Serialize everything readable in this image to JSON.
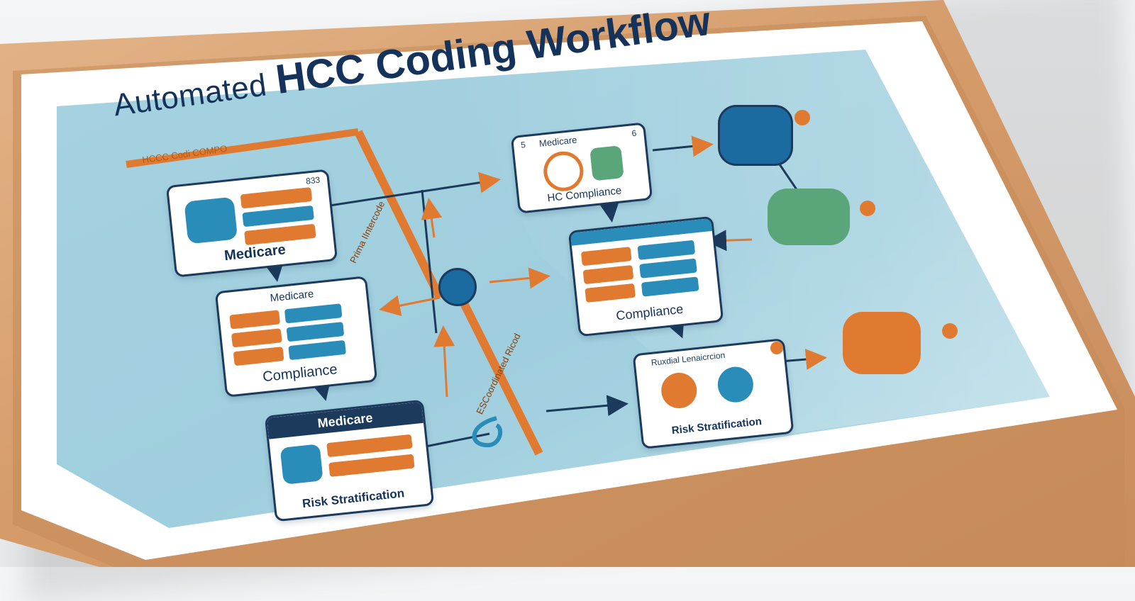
{
  "diagram": {
    "title": {
      "part1": "Automated",
      "part2": "HCC Coding Workflow"
    },
    "banner_label": "HCCC Codi COMPO",
    "vertical_label_1": "Prima IIntercode",
    "vertical_label_2": "ESCoordinated Ricod",
    "cards": {
      "left_top_label": "Medicare",
      "left_top_corner": "833",
      "left_mid_header": "Medicare",
      "left_mid_label": "Compliance",
      "left_bottom_header": "Medicare",
      "left_bottom_label": "Risk Stratification",
      "right_top_header": "Medicare",
      "right_top_corner_left": "5",
      "right_top_corner_right": "6",
      "right_top_label": "HC Compliance",
      "right_mid_label": "Compliance",
      "right_bottom_header": "Ruxdial Lenaicrcion",
      "right_bottom_label": "Risk Stratification"
    },
    "colors": {
      "navy": "#1b3a5c",
      "orange": "#e07a30",
      "teal": "#2a8cb8",
      "light_blue": "#a9d3e0",
      "green": "#5aa57a",
      "frame_wood": "#d9a77a",
      "mat_white": "#ffffff"
    },
    "icons": [
      "medical-team-icon",
      "doctor-icon",
      "person-group-icon",
      "nurse-icon",
      "patient-icon",
      "stethoscope-icon"
    ]
  }
}
